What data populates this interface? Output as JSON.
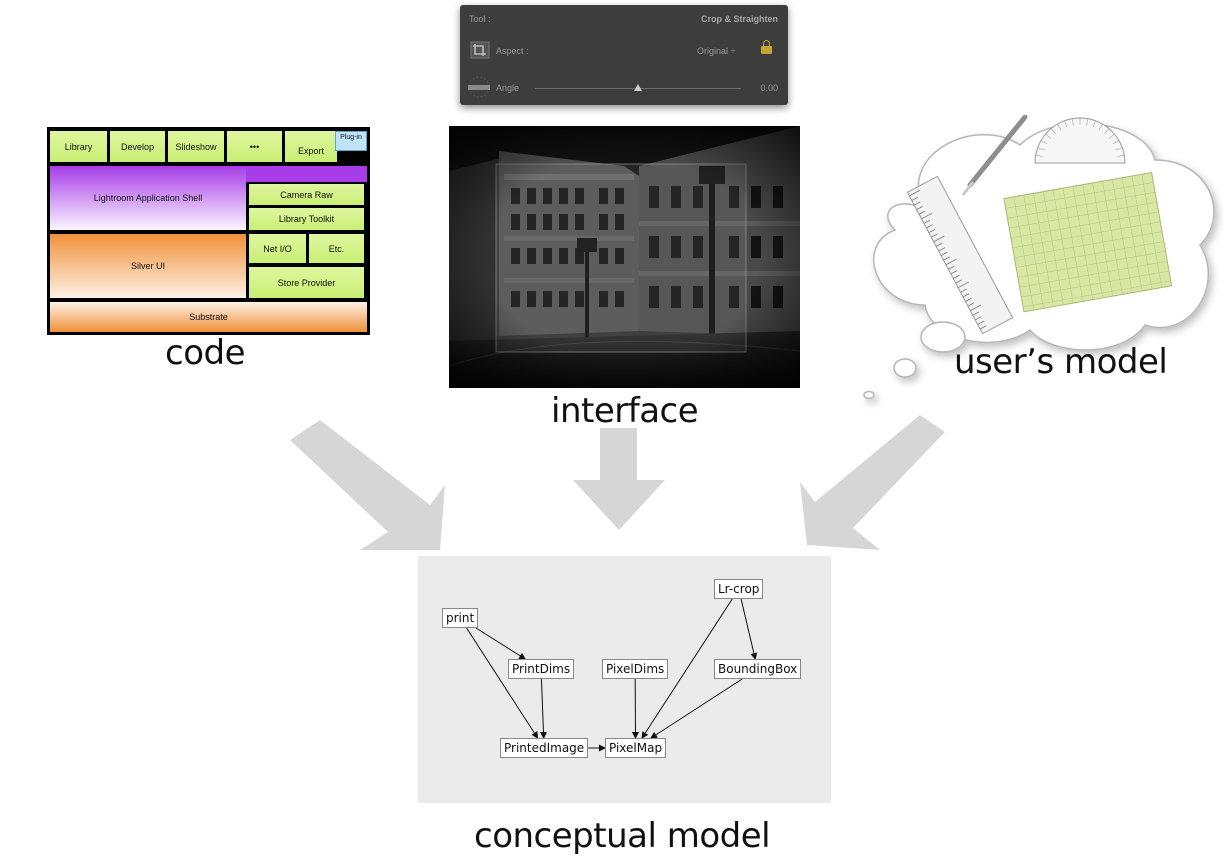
{
  "captions": {
    "code": "code",
    "interface": "interface",
    "users_model": "user’s model",
    "conceptual_model": "conceptual model"
  },
  "architecture": {
    "top_row": [
      "Library",
      "Develop",
      "Slideshow",
      "•••",
      "Export"
    ],
    "plugin": "Plug-in",
    "app_shell": "Lightroom Application Shell",
    "camera_raw": "Camera Raw",
    "library_toolkit": "Library Toolkit",
    "silver_ui": "Silver UI",
    "net_io": "Net I/O",
    "etc": "Etc.",
    "store_provider": "Store Provider",
    "substrate": "Substrate"
  },
  "tool_panel": {
    "tool_label": "Tool :",
    "tool_value": "Crop & Straighten",
    "aspect_label": "Aspect :",
    "aspect_value": "Original ÷",
    "angle_label": "Angle",
    "angle_value": "0.00",
    "angle_slider_fraction": 0.5
  },
  "graph": {
    "nodes": {
      "print": "print",
      "printdims": "PrintDims",
      "pixeldims": "PixelDims",
      "lrcrop": "Lr-crop",
      "boundingbox": "BoundingBox",
      "printedimage": "PrintedImage",
      "pixelmap": "PixelMap"
    },
    "edges": [
      [
        "print",
        "printdims"
      ],
      [
        "print",
        "printedimage"
      ],
      [
        "printdims",
        "printedimage"
      ],
      [
        "printedimage",
        "pixelmap"
      ],
      [
        "pixeldims",
        "pixelmap"
      ],
      [
        "lrcrop",
        "boundingbox"
      ],
      [
        "lrcrop",
        "pixelmap"
      ],
      [
        "boundingbox",
        "pixelmap"
      ]
    ]
  },
  "colors": {
    "green": "#c9ef73",
    "purple": "#a73de8",
    "orange": "#f0903a",
    "arrow": "#d6d6d6",
    "concept_bg": "#ebebeb",
    "tool_bg": "#3d3d3d"
  },
  "icons": [
    "crop-icon",
    "lock-icon",
    "straighten-level-icon",
    "ruler-icon",
    "scalpel-icon",
    "protractor-icon",
    "cutting-mat-icon"
  ]
}
